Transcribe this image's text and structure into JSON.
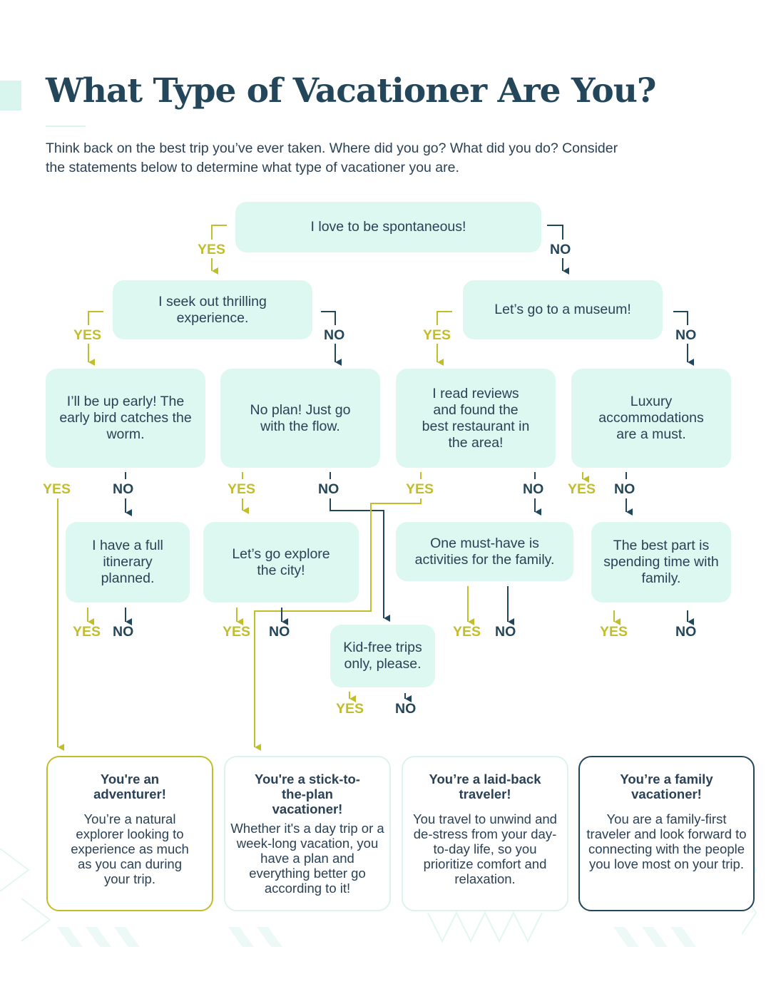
{
  "title": "What Type of Vacationer Are You?",
  "intro": "Think back on the best trip you’ve ever taken. Where did you go? What did you do? Consider the statements below to determine what type of vacationer you are.",
  "yes_label": "YES",
  "no_label": "NO",
  "questions": {
    "spontaneous": "I love to be spontaneous!",
    "thrilling": "I seek out thrilling experience.",
    "museum": "Let’s go to a museum!",
    "early": "I’ll be up early! The early bird catches the worm.",
    "noplan": "No plan! Just go with the flow.",
    "reviews": "I read reviews and found the best restaurant in the area!",
    "luxury": "Luxury accommodations are a must.",
    "itinerary": "I have a full itinerary planned.",
    "city": "Let’s go explore the city!",
    "activities": "One must-have is activities for the family.",
    "bestpart": "The best part is spending time with family.",
    "kidfree": "Kid-free trips only, please."
  },
  "results": [
    {
      "title": "You're an adventurer!",
      "desc": "You’re a natural explorer looking to experience as much as you can during your trip."
    },
    {
      "title": "You're a stick-to-the-plan vacationer!",
      "desc": "Whether it's a day trip or a week-long vacation, you have a plan and everything better go according to it!"
    },
    {
      "title": "You’re a laid-back traveler!",
      "desc": "You travel to unwind and de-stress from your day-to-day life, so you prioritize comfort and relaxation."
    },
    {
      "title": "You’re a family vacationer!",
      "desc": "You are a family-first traveler and look forward to connecting with the people you love most on your trip."
    }
  ],
  "colors": {
    "yes": "#c2bd2a",
    "no": "#24465a",
    "box": "#dcf8f0",
    "title": "#24465a"
  }
}
